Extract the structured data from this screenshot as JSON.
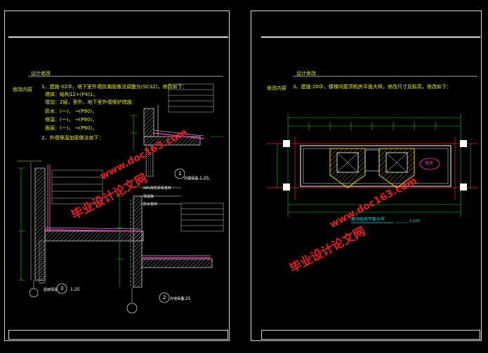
{
  "left_sheet": {
    "header": "设计修改",
    "modify_label": "修改内容",
    "note_1": "1、建施-02中，地下室外墙防潮层做法调整为(SCS2)，修改如下：",
    "wall_line": "墙体：结构12+(P4)1，",
    "extra_line": "增加：2层，室外，地下室外墙保护措施：",
    "floor_lines": [
      "防水：(一)，     →(P90)，",
      "保温：(一)，     →(P90)，",
      "面层：(一)，     →(P90)，"
    ],
    "note_2": "2、外墙保温加厚做法如下：",
    "detail_labels": [
      "1",
      "2",
      "3"
    ],
    "scales": [
      "1:25",
      "1:25",
      "1:25"
    ],
    "callouts": [
      "外墙保温",
      "外墙保温",
      "屋面保温"
    ],
    "layer_tags": [
      "SBS改性沥青卷材",
      "保温板",
      "防水卷材"
    ]
  },
  "right_sheet": {
    "header": "设计修改",
    "modify_label": "修改内容",
    "note_3": "3、建施-20中，楼梯间屋顶机房平面大样，修改尺寸及标高，修改如下：",
    "plan_caption": "屋顶机房平面大样",
    "scale": "1:100",
    "tag": "机房"
  },
  "watermarks": [
    "毕业设计论文网",
    "www.doc163.com"
  ],
  "colors": {
    "background": "#000000",
    "border": "#d8d8d8",
    "text": "#f0f000",
    "green": "#00d800",
    "red": "#ff2020",
    "magenta": "#ff2dbe",
    "cyan": "#00e0e0",
    "watermark": "#ff1e1e"
  }
}
